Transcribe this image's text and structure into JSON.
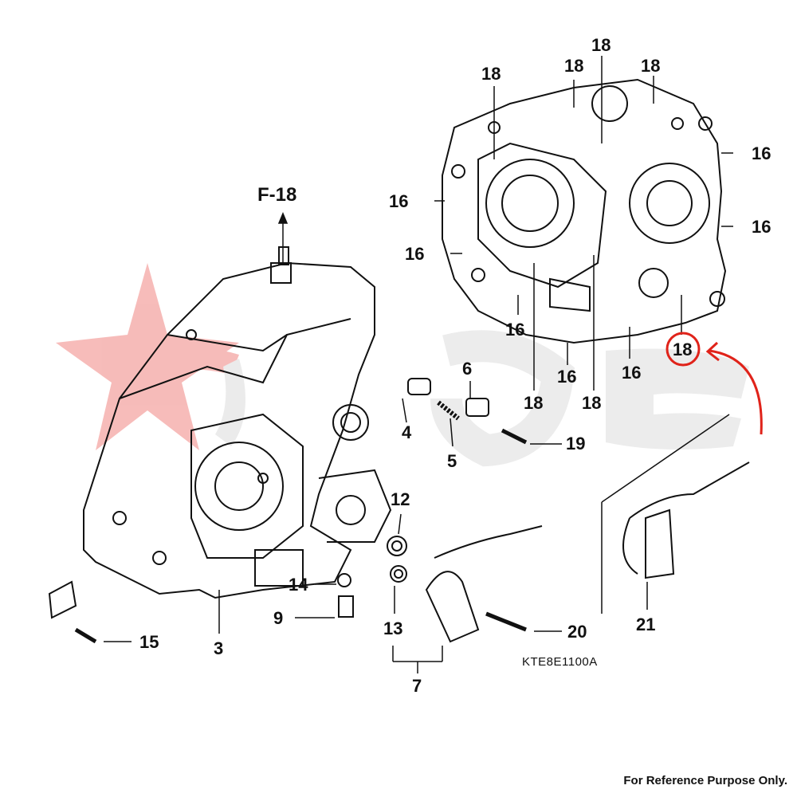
{
  "watermark": {
    "text": "RGE",
    "color": "#e8403a"
  },
  "labels": {
    "ref_f18": "F-18",
    "p3": "3",
    "p4": "4",
    "p5": "5",
    "p6": "6",
    "p7": "7",
    "p9": "9",
    "p12": "12",
    "p13": "13",
    "p14": "14",
    "p15": "15",
    "p16": "16",
    "p18": "18",
    "p19": "19",
    "p20": "20",
    "p21": "21"
  },
  "diagram_code": "KTE8E1100A",
  "footer_note": "For Reference Purpose Only.",
  "highlight": {
    "part": "18",
    "color": "#e0231a"
  }
}
